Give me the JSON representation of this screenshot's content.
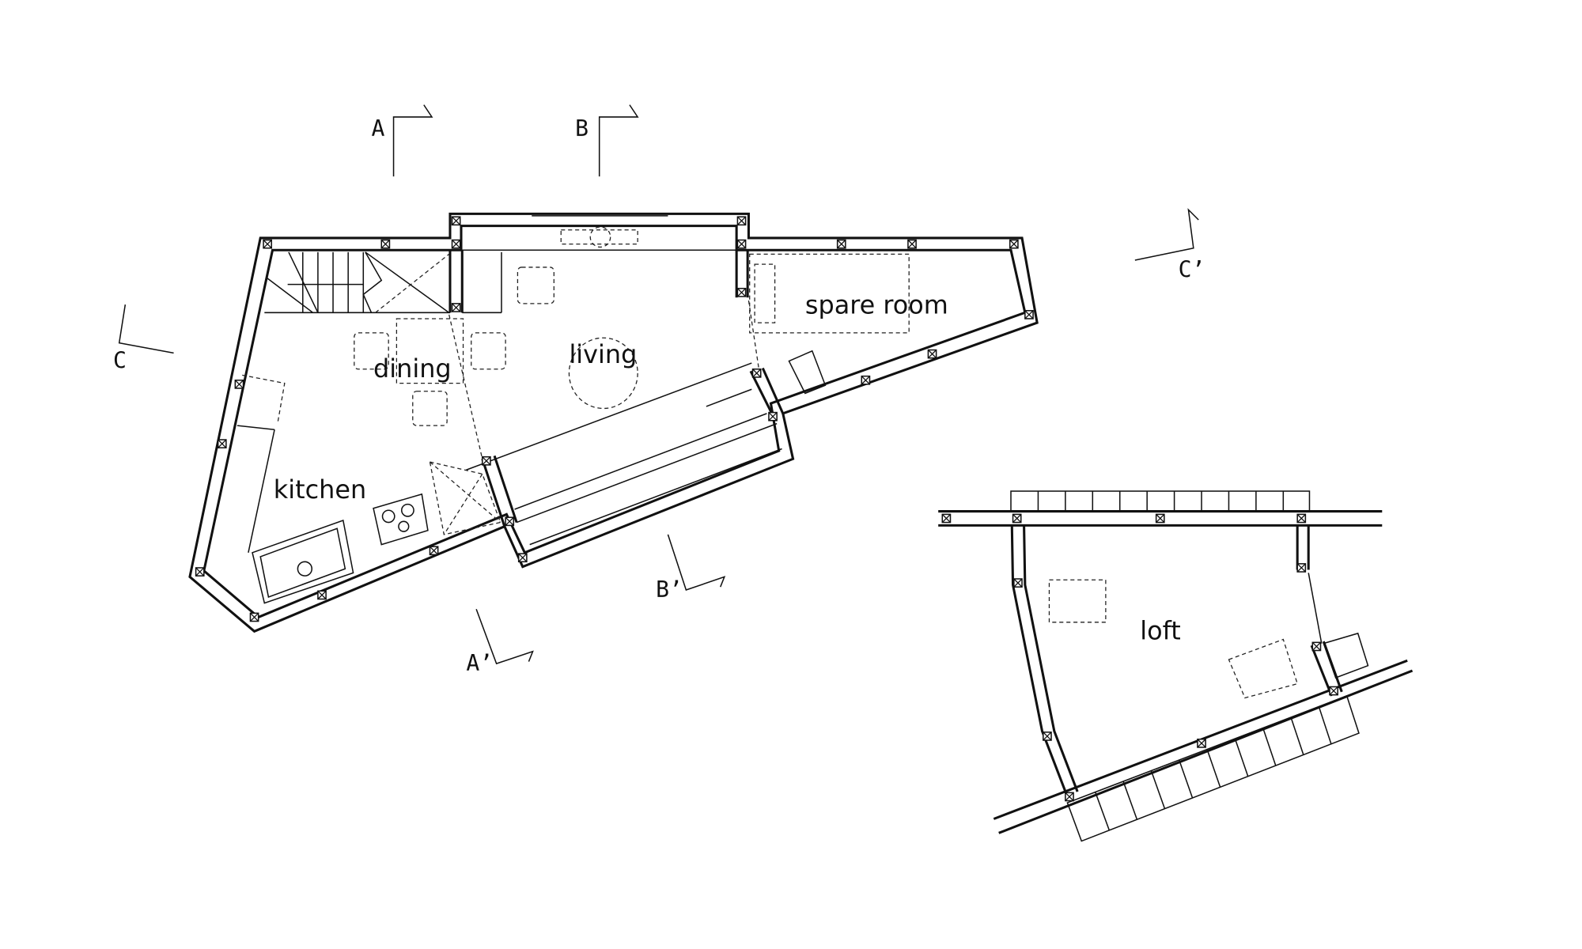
{
  "title": "Floor plan",
  "rooms": {
    "dining": "dining",
    "living": "living",
    "kitchen": "kitchen",
    "spare_room": "spare room",
    "loft": "loft"
  },
  "section_markers": {
    "a": "A",
    "a_prime": "A’",
    "b": "B",
    "b_prime": "B’",
    "c": "C",
    "c_prime": "C’"
  },
  "colors": {
    "line": "#111111",
    "background": "#ffffff"
  }
}
